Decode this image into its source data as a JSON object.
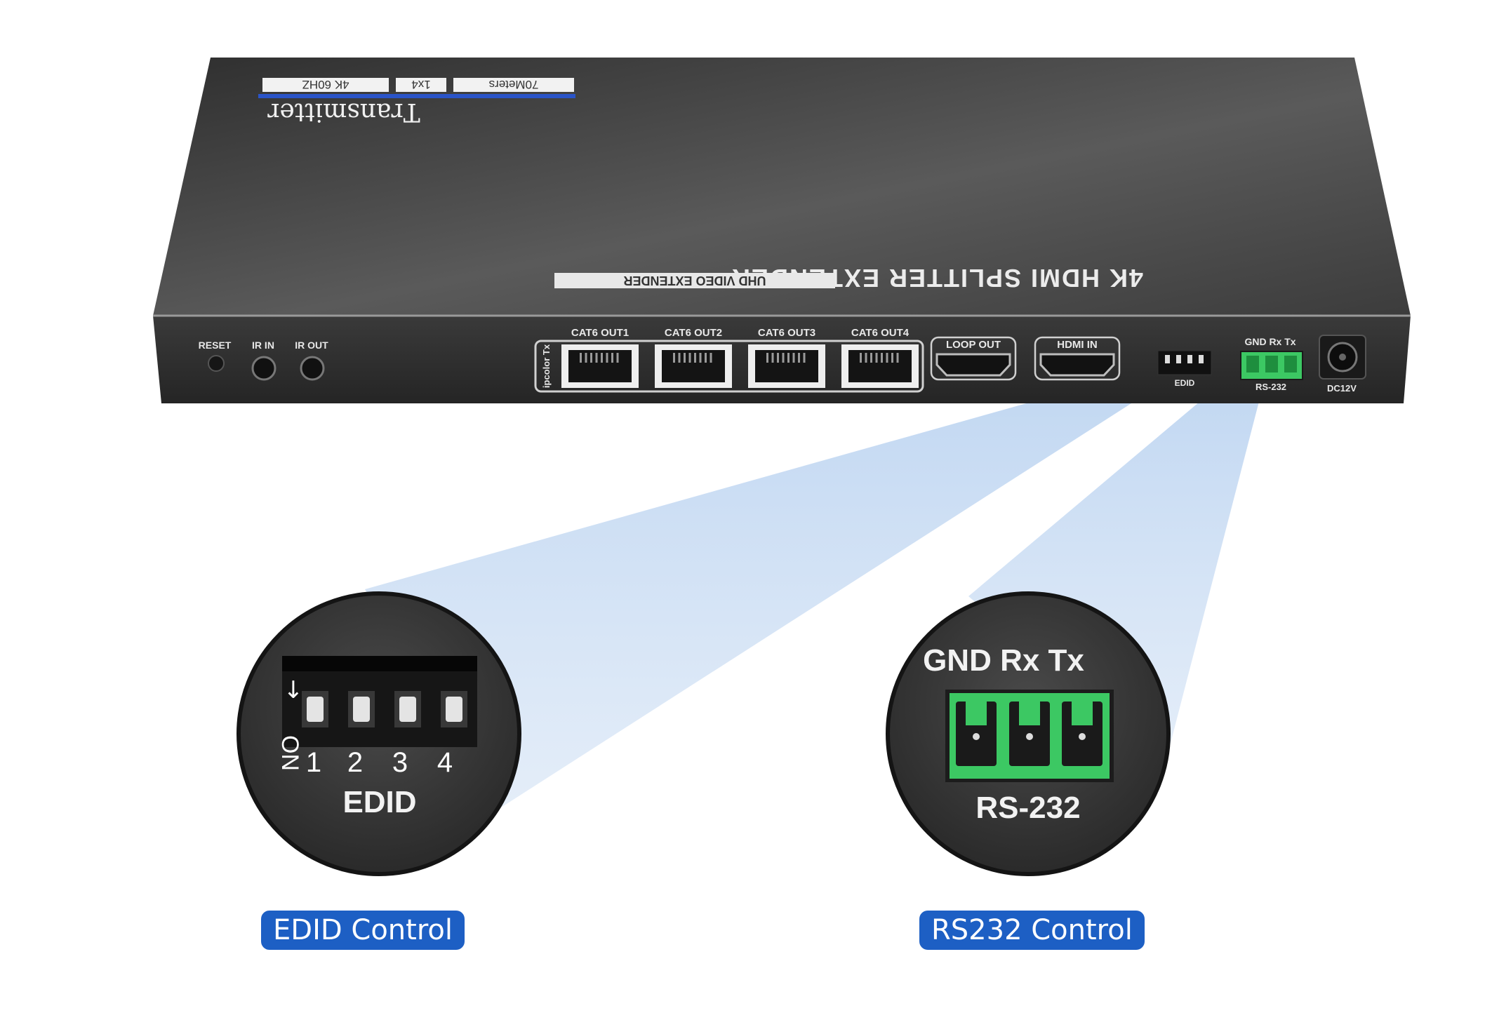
{
  "device": {
    "top_label": {
      "model_title": "4K HDMI SPLITTER EXTENDER",
      "subtitle": "UHD VIDEO EXTENDER",
      "role": "Transmitter",
      "badges": [
        "70Meters",
        "1x4",
        "4K 60HZ"
      ]
    },
    "front_panel": {
      "reset": "RESET",
      "ir_in": "IR IN",
      "ir_out": "IR OUT",
      "brand_vertical": "ipcolor Tx",
      "cat_ports": [
        "CAT6 OUT1",
        "CAT6 OUT2",
        "CAT6 OUT3",
        "CAT6 OUT4"
      ],
      "loop_out": "LOOP OUT",
      "hdmi_in": "HDMI IN",
      "edid": "EDID",
      "gnd_rx_tx": "GND Rx Tx",
      "rs232": "RS-232",
      "dc": "DC12V"
    }
  },
  "callouts": {
    "edid": {
      "on_label": "ON",
      "switch_numbers": [
        "1",
        "2",
        "3",
        "4"
      ],
      "label": "EDID",
      "caption": "EDID Control"
    },
    "rs232": {
      "header": "GND Rx Tx",
      "label": "RS-232",
      "caption": "RS232 Control"
    }
  },
  "colors": {
    "device_body": "#3c3c3c",
    "beam": "#c8dbf3",
    "terminal_green": "#3cc863",
    "caption_pill": "#1d5fc4"
  }
}
